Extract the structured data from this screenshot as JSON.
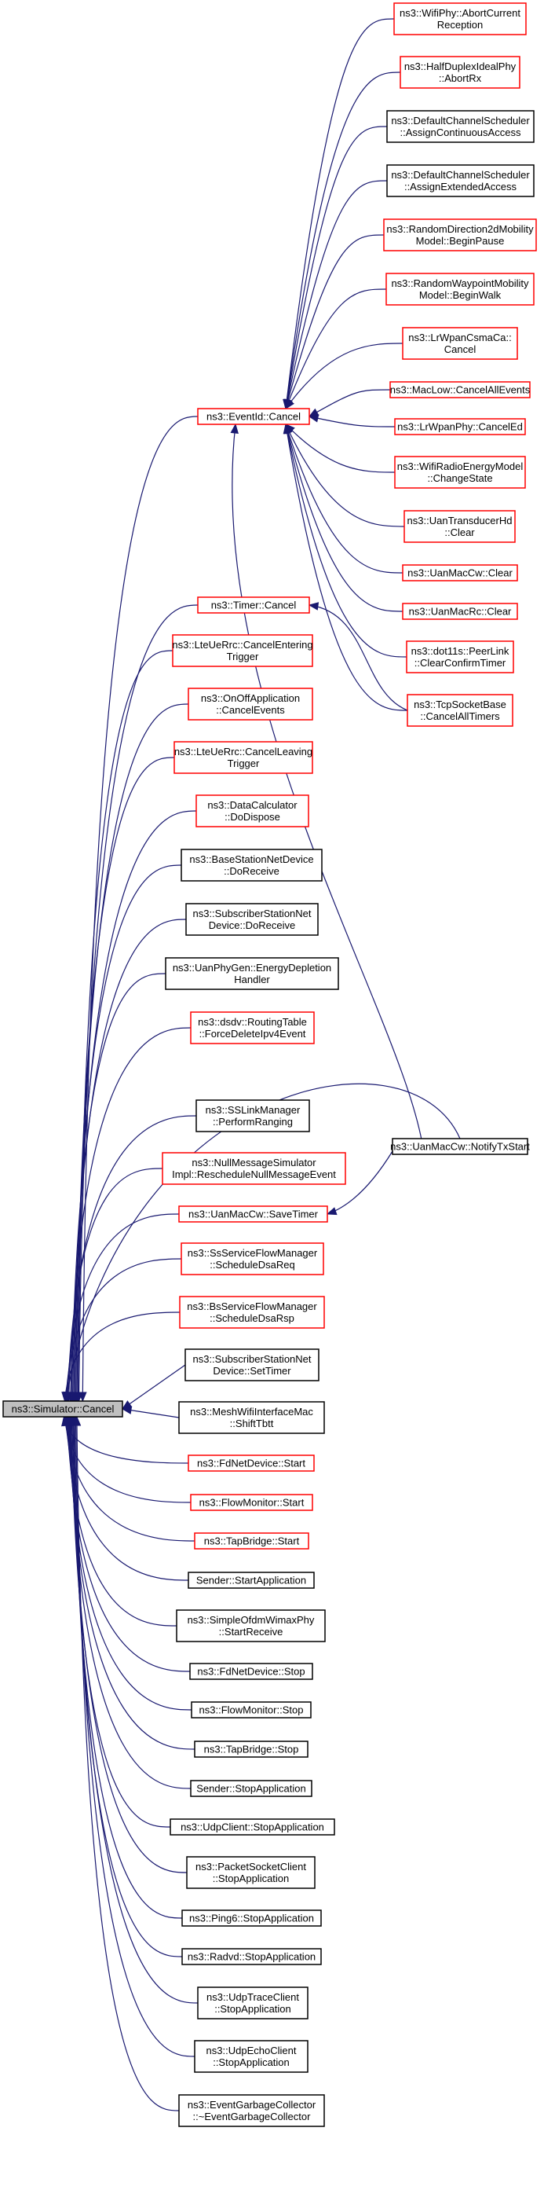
{
  "colors": {
    "edge": "#191970",
    "border_red": "#ff0000",
    "border_black": "#000000",
    "root_fill": "#bfbfbf",
    "node_fill": "#ffffff"
  },
  "root": {
    "id": "root",
    "lines": [
      "ns3::Simulator::Cancel"
    ]
  },
  "nodes": [
    {
      "id": "eventid-cancel",
      "lines": [
        "ns3::EventId::Cancel"
      ],
      "border": "red"
    },
    {
      "id": "timer-cancel",
      "lines": [
        "ns3::Timer::Cancel"
      ],
      "border": "red"
    },
    {
      "id": "lteuerrc-cancelentering",
      "lines": [
        "ns3::LteUeRrc::CancelEntering",
        "Trigger"
      ],
      "border": "red"
    },
    {
      "id": "onoff-cancelevents",
      "lines": [
        "ns3::OnOffApplication",
        "::CancelEvents"
      ],
      "border": "red"
    },
    {
      "id": "lteuerrc-cancelleaving",
      "lines": [
        "ns3::LteUeRrc::CancelLeaving",
        "Trigger"
      ],
      "border": "red"
    },
    {
      "id": "datacalculator-dodispose",
      "lines": [
        "ns3::DataCalculator",
        "::DoDispose"
      ],
      "border": "red"
    },
    {
      "id": "bsnetdevice-doreceive",
      "lines": [
        "ns3::BaseStationNetDevice",
        "::DoReceive"
      ],
      "border": "black"
    },
    {
      "id": "ssnetdevice-doreceive",
      "lines": [
        "ns3::SubscriberStationNet",
        "Device::DoReceive"
      ],
      "border": "black"
    },
    {
      "id": "uanphygen-energydepletion",
      "lines": [
        "ns3::UanPhyGen::EnergyDepletion",
        "Handler"
      ],
      "border": "black"
    },
    {
      "id": "dsdv-forcedelete",
      "lines": [
        "ns3::dsdv::RoutingTable",
        "::ForceDeleteIpv4Event"
      ],
      "border": "red"
    },
    {
      "id": "sslinkmanager-performranging",
      "lines": [
        "ns3::SSLinkManager",
        "::PerformRanging"
      ],
      "border": "black"
    },
    {
      "id": "nullmessage-reschedule",
      "lines": [
        "ns3::NullMessageSimulator",
        "Impl::RescheduleNullMessageEvent"
      ],
      "border": "red"
    },
    {
      "id": "uanmaccw-savetimer",
      "lines": [
        "ns3::UanMacCw::SaveTimer"
      ],
      "border": "red"
    },
    {
      "id": "ssflowmanager-scheduledsareq",
      "lines": [
        "ns3::SsServiceFlowManager",
        "::ScheduleDsaReq"
      ],
      "border": "red"
    },
    {
      "id": "bsflowmanager-scheduledsarsp",
      "lines": [
        "ns3::BsServiceFlowManager",
        "::ScheduleDsaRsp"
      ],
      "border": "red"
    },
    {
      "id": "ssnetdevice-settimer",
      "lines": [
        "ns3::SubscriberStationNet",
        "Device::SetTimer"
      ],
      "border": "black"
    },
    {
      "id": "meshwifi-shifttbtt",
      "lines": [
        "ns3::MeshWifiInterfaceMac",
        "::ShiftTbtt"
      ],
      "border": "black"
    },
    {
      "id": "fdnetdevice-start",
      "lines": [
        "ns3::FdNetDevice::Start"
      ],
      "border": "red"
    },
    {
      "id": "flowmonitor-start",
      "lines": [
        "ns3::FlowMonitor::Start"
      ],
      "border": "red"
    },
    {
      "id": "tapbridge-start",
      "lines": [
        "ns3::TapBridge::Start"
      ],
      "border": "red"
    },
    {
      "id": "sender-startapplication",
      "lines": [
        "Sender::StartApplication"
      ],
      "border": "black"
    },
    {
      "id": "simpleofdm-startreceive",
      "lines": [
        "ns3::SimpleOfdmWimaxPhy",
        "::StartReceive"
      ],
      "border": "black"
    },
    {
      "id": "fdnetdevice-stop",
      "lines": [
        "ns3::FdNetDevice::Stop"
      ],
      "border": "black"
    },
    {
      "id": "flowmonitor-stop",
      "lines": [
        "ns3::FlowMonitor::Stop"
      ],
      "border": "black"
    },
    {
      "id": "tapbridge-stop",
      "lines": [
        "ns3::TapBridge::Stop"
      ],
      "border": "black"
    },
    {
      "id": "sender-stopapplication",
      "lines": [
        "Sender::StopApplication"
      ],
      "border": "black"
    },
    {
      "id": "udpclient-stopapplication",
      "lines": [
        "ns3::UdpClient::StopApplication"
      ],
      "border": "black"
    },
    {
      "id": "packetsocket-stopapplication",
      "lines": [
        "ns3::PacketSocketClient",
        "::StopApplication"
      ],
      "border": "black"
    },
    {
      "id": "ping6-stopapplication",
      "lines": [
        "ns3::Ping6::StopApplication"
      ],
      "border": "black"
    },
    {
      "id": "radvd-stopapplication",
      "lines": [
        "ns3::Radvd::StopApplication"
      ],
      "border": "black"
    },
    {
      "id": "udptrace-stopapplication",
      "lines": [
        "ns3::UdpTraceClient",
        "::StopApplication"
      ],
      "border": "black"
    },
    {
      "id": "udpecho-stopapplication",
      "lines": [
        "ns3::UdpEchoClient",
        "::StopApplication"
      ],
      "border": "black"
    },
    {
      "id": "eventgc-destructor",
      "lines": [
        "ns3::EventGarbageCollector",
        "::~EventGarbageCollector"
      ],
      "border": "black"
    },
    {
      "id": "wifiphy-abortcurrent",
      "lines": [
        "ns3::WifiPhy::AbortCurrent",
        "Reception"
      ],
      "border": "red"
    },
    {
      "id": "halfduplex-abortrx",
      "lines": [
        "ns3::HalfDuplexIdealPhy",
        "::AbortRx"
      ],
      "border": "red"
    },
    {
      "id": "dcs-assigncontinuous",
      "lines": [
        "ns3::DefaultChannelScheduler",
        "::AssignContinuousAccess"
      ],
      "border": "black"
    },
    {
      "id": "dcs-assignextended",
      "lines": [
        "ns3::DefaultChannelScheduler",
        "::AssignExtendedAccess"
      ],
      "border": "black"
    },
    {
      "id": "randomdirection-beginpause",
      "lines": [
        "ns3::RandomDirection2dMobility",
        "Model::BeginPause"
      ],
      "border": "red"
    },
    {
      "id": "randomwaypoint-beginwalk",
      "lines": [
        "ns3::RandomWaypointMobility",
        "Model::BeginWalk"
      ],
      "border": "red"
    },
    {
      "id": "lrwpancsmaca-cancel",
      "lines": [
        "ns3::LrWpanCsmaCa::",
        "Cancel"
      ],
      "border": "red"
    },
    {
      "id": "maclow-cancelallevents",
      "lines": [
        "ns3::MacLow::CancelAllEvents"
      ],
      "border": "red"
    },
    {
      "id": "lrwpanphy-canceled",
      "lines": [
        "ns3::LrWpanPhy::CancelEd"
      ],
      "border": "red"
    },
    {
      "id": "wifiradioenergy-changestate",
      "lines": [
        "ns3::WifiRadioEnergyModel",
        "::ChangeState"
      ],
      "border": "red"
    },
    {
      "id": "uantransducerhd-clear",
      "lines": [
        "ns3::UanTransducerHd",
        "::Clear"
      ],
      "border": "red"
    },
    {
      "id": "uanmaccw-clear",
      "lines": [
        "ns3::UanMacCw::Clear"
      ],
      "border": "red"
    },
    {
      "id": "uanmacrc-clear",
      "lines": [
        "ns3::UanMacRc::Clear"
      ],
      "border": "red"
    },
    {
      "id": "dot11s-peerlink-clearconfirm",
      "lines": [
        "ns3::dot11s::PeerLink",
        "::ClearConfirmTimer"
      ],
      "border": "red"
    },
    {
      "id": "tcpsocketbase-cancelalltimers",
      "lines": [
        "ns3::TcpSocketBase",
        "::CancelAllTimers"
      ],
      "border": "red"
    },
    {
      "id": "uanmaccw-notifytxstart",
      "lines": [
        "ns3::UanMacCw::NotifyTxStart"
      ],
      "border": "black"
    }
  ]
}
